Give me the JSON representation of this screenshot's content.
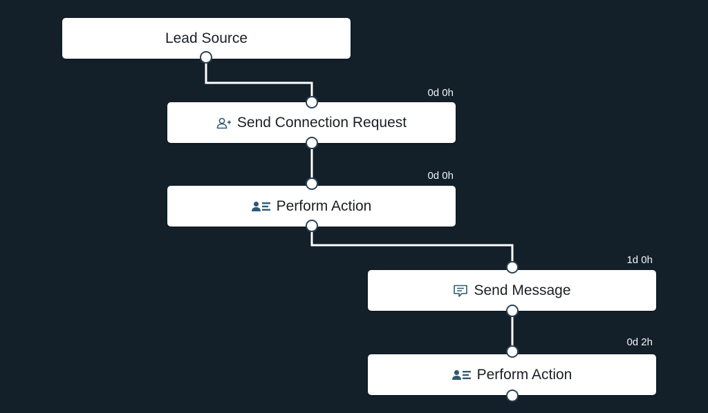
{
  "colors": {
    "background": "#13202a",
    "node_background": "#ffffff",
    "connector": "#ffffff",
    "port_border": "#2d4252",
    "icon": "#2e5a73",
    "delay_text": "#f2f4f6"
  },
  "workflow": {
    "nodes": [
      {
        "id": "lead-source",
        "label": "Lead Source",
        "icon": null,
        "delay": null
      },
      {
        "id": "send-connection-request",
        "label": "Send Connection Request",
        "icon": "user-plus-icon",
        "delay": "0d 0h"
      },
      {
        "id": "perform-action-1",
        "label": "Perform Action",
        "icon": "profile-card-icon",
        "delay": "0d 0h"
      },
      {
        "id": "send-message",
        "label": "Send Message",
        "icon": "message-icon",
        "delay": "1d 0h"
      },
      {
        "id": "perform-action-2",
        "label": "Perform Action",
        "icon": "profile-card-icon",
        "delay": "0d 2h"
      }
    ]
  }
}
